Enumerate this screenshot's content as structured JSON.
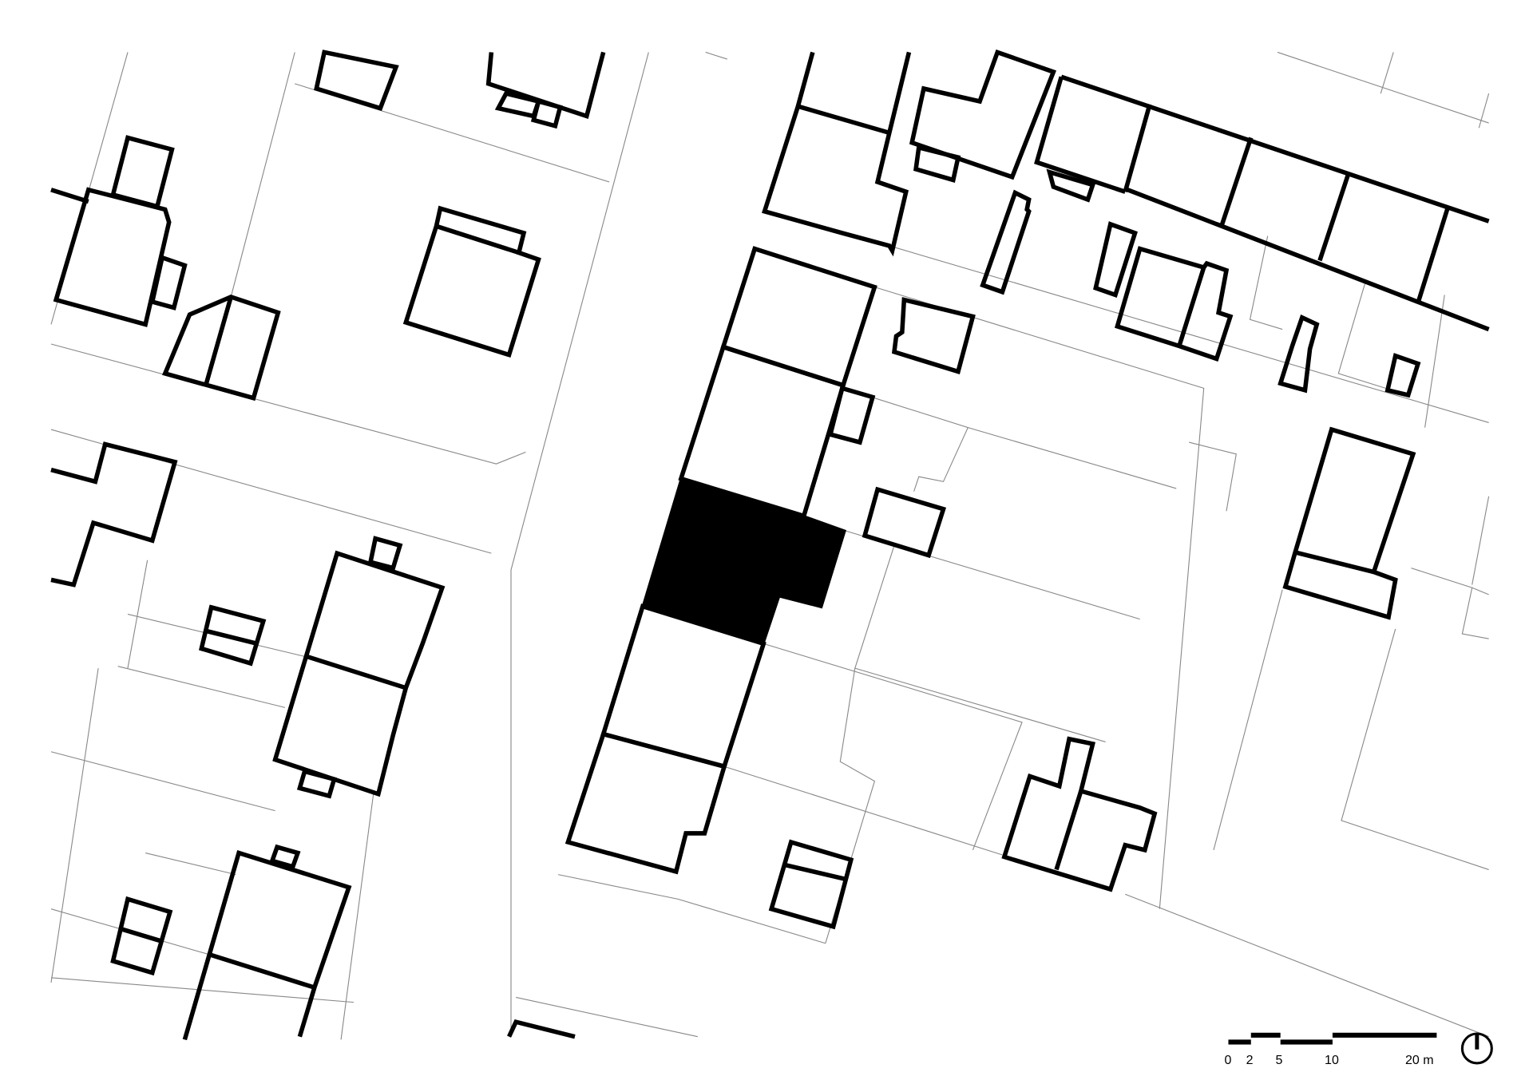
{
  "map": {
    "type": "site plan",
    "highlight_color": "#000000",
    "building_outline_color": "#000000",
    "parcel_line_color": "#888888"
  },
  "scale_bar": {
    "labels": [
      "0",
      "2",
      "5",
      "10",
      "20 m"
    ]
  },
  "north_arrow": {
    "icon": "north-arrow-icon"
  }
}
